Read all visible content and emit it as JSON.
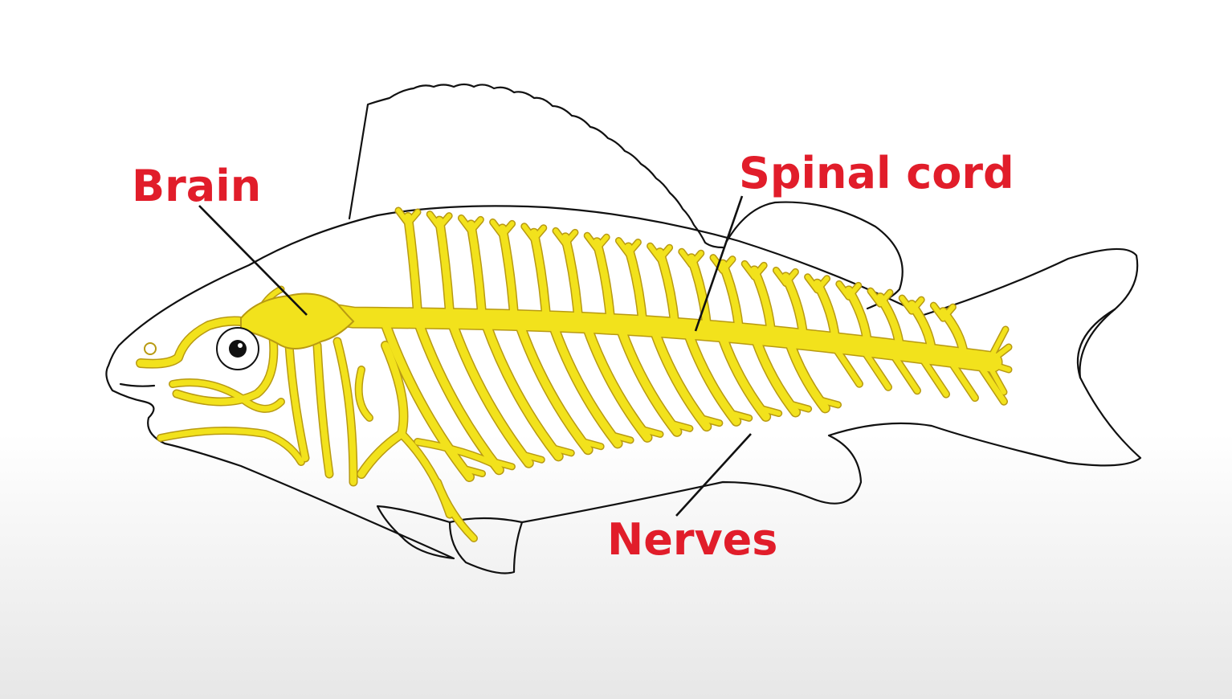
{
  "labels": {
    "brain": "Brain",
    "spinal_cord": "Spinal cord",
    "nerves": "Nerves"
  },
  "colors": {
    "label": "#e11d2a",
    "nerve_fill": "#f2e21c",
    "nerve_edge": "#b89a12",
    "outline": "#111111",
    "background": "#ffffff"
  }
}
